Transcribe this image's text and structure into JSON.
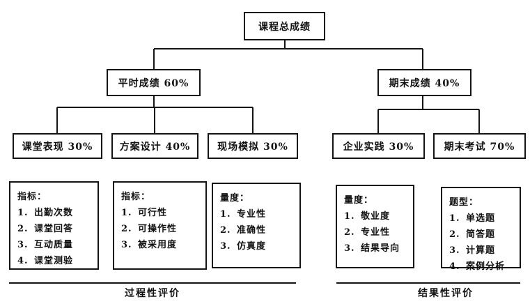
{
  "diagram": {
    "root": {
      "label": "课程总成绩"
    },
    "level2": [
      {
        "label": "平时成绩 60%"
      },
      {
        "label": "期末成绩 40%"
      }
    ],
    "level3": [
      {
        "label": "课堂表现 30%"
      },
      {
        "label": "方案设计 40%"
      },
      {
        "label": "现场模拟 30%"
      },
      {
        "label": "企业实践 30%"
      },
      {
        "label": "期末考试 70%"
      }
    ],
    "detail_boxes": [
      {
        "title": "指标：",
        "items": [
          {
            "num": "1.",
            "text": "出勤次数"
          },
          {
            "num": "2.",
            "text": "课堂回答"
          },
          {
            "num": "3.",
            "text": "互动质量"
          },
          {
            "num": "4.",
            "text": "课堂测验"
          }
        ]
      },
      {
        "title": "指标：",
        "items": [
          {
            "num": "1.",
            "text": "可行性"
          },
          {
            "num": "2.",
            "text": "可操作性"
          },
          {
            "num": "3.",
            "text": "被采用度"
          }
        ]
      },
      {
        "title": "量度：",
        "items": [
          {
            "num": "1.",
            "text": "专业性"
          },
          {
            "num": "2.",
            "text": "准确性"
          },
          {
            "num": "3.",
            "text": "仿真度"
          }
        ]
      },
      {
        "title": "量度：",
        "items": [
          {
            "num": "1.",
            "text": "敬业度"
          },
          {
            "num": "2.",
            "text": "专业性"
          },
          {
            "num": "3.",
            "text": "结果导向"
          }
        ]
      },
      {
        "title": "题型：",
        "items": [
          {
            "num": "1.",
            "text": "单选题"
          },
          {
            "num": "2.",
            "text": "简答题"
          },
          {
            "num": "3.",
            "text": "计算题"
          },
          {
            "num": "4.",
            "text": "案例分析"
          }
        ]
      }
    ],
    "footers": [
      {
        "label": "过程性评价"
      },
      {
        "label": "结果性评价"
      }
    ],
    "colors": {
      "line": "#141414",
      "background": "#ffffff",
      "text": "#111111"
    }
  }
}
